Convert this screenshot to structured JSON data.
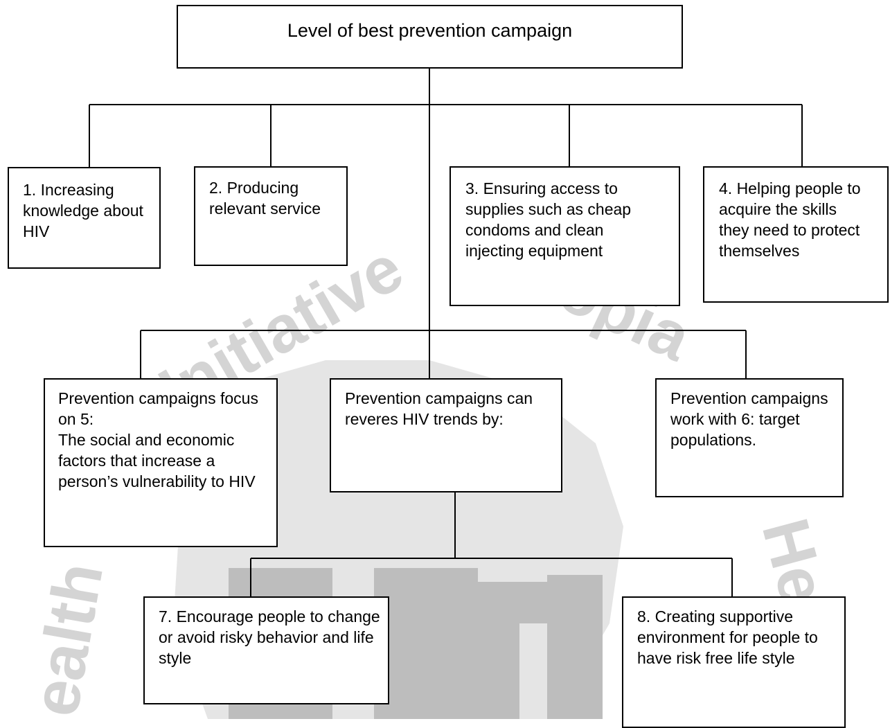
{
  "diagram": {
    "title": "Level of best prevention campaign",
    "level1": [
      "1. Increasing\nknowledge about\nHIV",
      "2. Producing\nrelevant service",
      "3. Ensuring access to\nsupplies such as cheap\ncondoms and clean\ninjecting equipment",
      "4. Helping people to\nacquire the skills\nthey need to protect\nthemselves"
    ],
    "level2": [
      "Prevention campaigns focus\non 5:\nThe social and economic\nfactors that increase a\nperson’s vulnerability to HIV",
      "Prevention campaigns can\nreveres HIV trends by:",
      "Prevention campaigns\nwork with 6: target\npopulations."
    ],
    "level3": [
      "7. Encourage people to change\nor avoid risky behavior and life\nstyle",
      "8. Creating supportive\nenvironment for people to\nhave risk free life style"
    ]
  },
  "colors": {
    "line": "#000000",
    "box_border": "#000000",
    "watermark": "#c8c8c8"
  }
}
